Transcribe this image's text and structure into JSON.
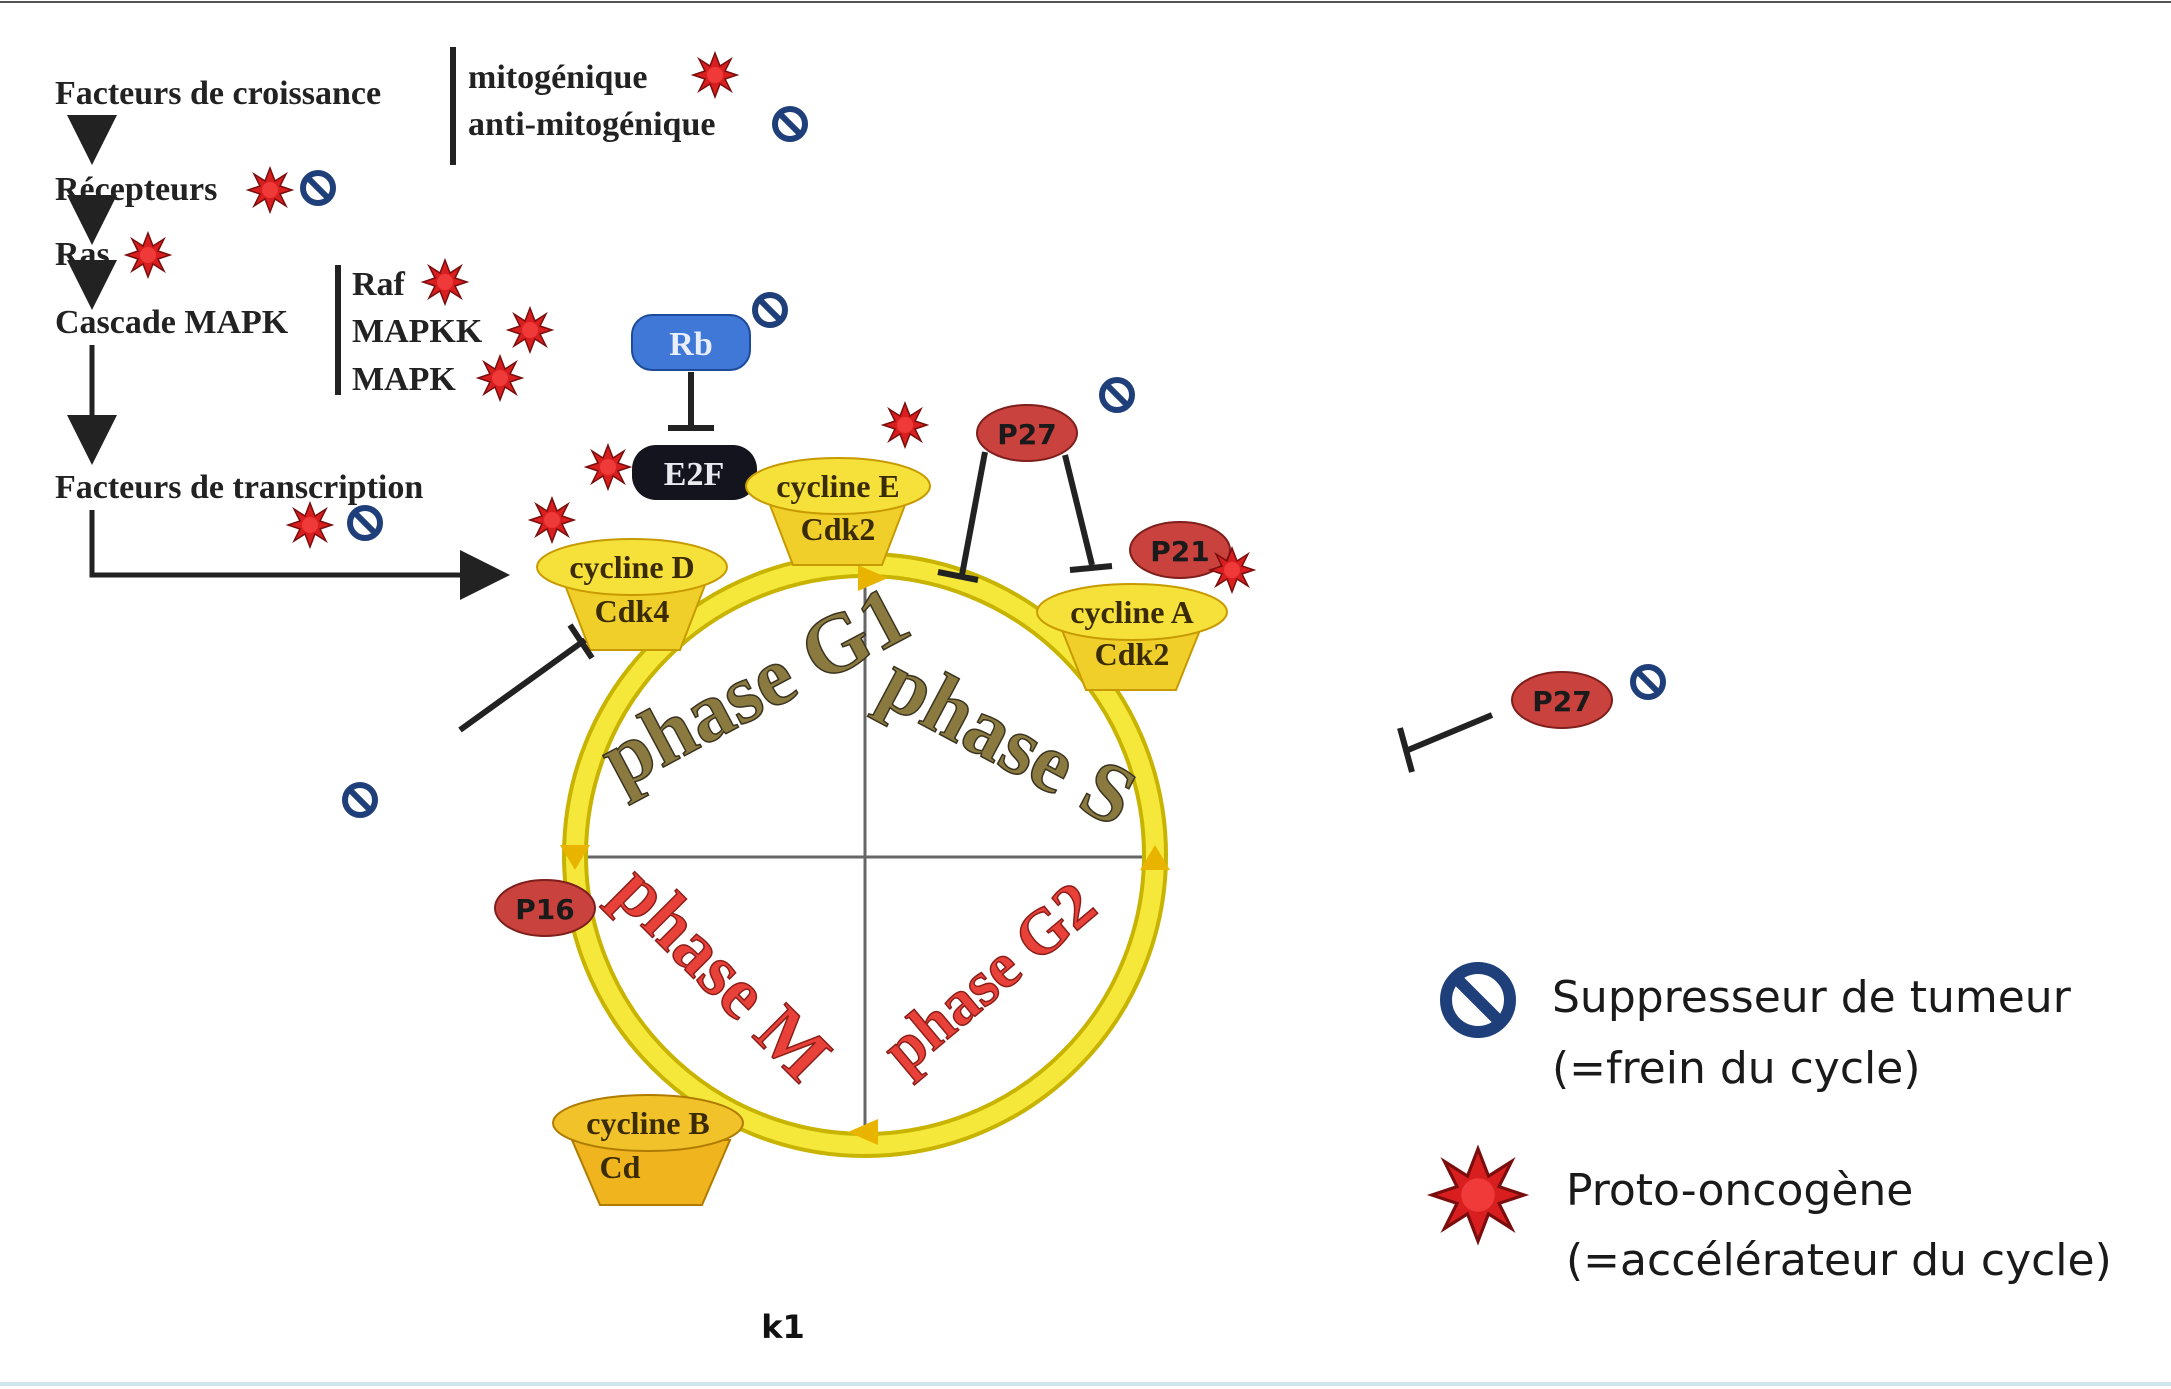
{
  "pathway": {
    "growth_factors": "Facteurs de croissance",
    "mitogenic": "mitogénique",
    "anti_mitogenic": "anti-mitogénique",
    "receptors": "Récepteurs",
    "ras": "Ras",
    "mapk_cascade": "Cascade MAPK",
    "raf": "Raf",
    "mapkk": "MAPKK",
    "mapk": "MAPK",
    "transcription_factors": "Facteurs de transcription"
  },
  "nodes": {
    "rb": "Rb",
    "e2f": "E2F"
  },
  "cyclins": {
    "d_name": "cycline D",
    "d_cdk": "Cdk4",
    "e_name": "cycline E",
    "e_cdk": "Cdk2",
    "a_name": "cycline A",
    "a_cdk": "Cdk2",
    "b_name": "cycline B",
    "b_cdk": "Cd"
  },
  "phases": {
    "g1": "phase G1",
    "s": "phase S",
    "m": "phase M",
    "g2": "phase G2"
  },
  "inhibitors": {
    "p27_top": "P27",
    "p21": "P21",
    "p16": "P16",
    "p27_right": "P27"
  },
  "legend": {
    "suppressor_line1": "Suppresseur de tumeur",
    "suppressor_line2": "(=frein du cycle)",
    "oncogene_line1": "Proto-oncogène",
    "oncogene_line2": "(=accélérateur du cycle)"
  },
  "caption": "k1",
  "colors": {
    "oncogene_red": "#d81e1e",
    "suppressor_blue": "#1f3f7a",
    "inhibitor_pill": "#c9423e",
    "cycle_ring": "#f2e02a",
    "cyclin_box": "#f1cf2a",
    "rb_box": "#3f78d6",
    "e2f_box": "#14141f"
  },
  "icons": {
    "suppressor": "no-entry-icon",
    "oncogene": "burst-star-icon"
  }
}
